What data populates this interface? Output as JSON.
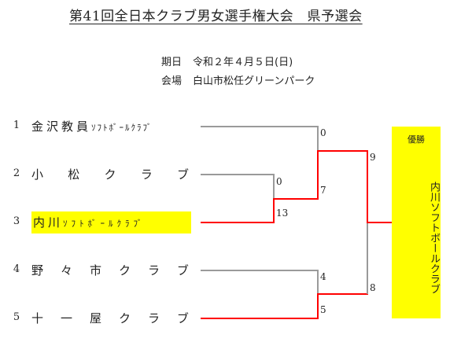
{
  "title": "第41回全日本クラブ男女選手権大会　県予選会",
  "info": {
    "date_label": "期日",
    "date_value": "令和２年４月５日(日)",
    "venue_label": "会場",
    "venue_value": "白山市松任グリーンパーク"
  },
  "teams": [
    {
      "seed": "1",
      "name_main": "金沢教員",
      "name_sub": "ｿﾌﾄﾎﾞｰﾙｸﾗﾌﾞ",
      "winner": false
    },
    {
      "seed": "2",
      "chars": [
        "小",
        "松",
        "ク",
        "ラ",
        "ブ"
      ],
      "winner": false
    },
    {
      "seed": "3",
      "name_main": "内川",
      "name_sub": "ｿﾌﾄﾎﾞｰﾙｸﾗﾌﾞ",
      "winner": true,
      "highlight_color": "#ffff00"
    },
    {
      "seed": "4",
      "chars": [
        "野",
        "々",
        "市",
        "ク",
        "ラ",
        "ブ"
      ],
      "winner": false
    },
    {
      "seed": "5",
      "chars": [
        "十",
        "一",
        "屋",
        "ク",
        "ラ",
        "ブ"
      ],
      "winner": false
    }
  ],
  "scores": {
    "r1_team2": "0",
    "r1_team3": "13",
    "sf1_team1": "0",
    "sf1_winner23": "7",
    "r1_team4": "4",
    "r1_team5": "5",
    "final_top": "9",
    "final_bottom": "8"
  },
  "champion": {
    "label": "優勝",
    "name": "内川ソフトボールクラブ",
    "color": "#ffff00"
  },
  "colors": {
    "win_line": "#ff0000",
    "lose_line": "#9a9a9a"
  }
}
